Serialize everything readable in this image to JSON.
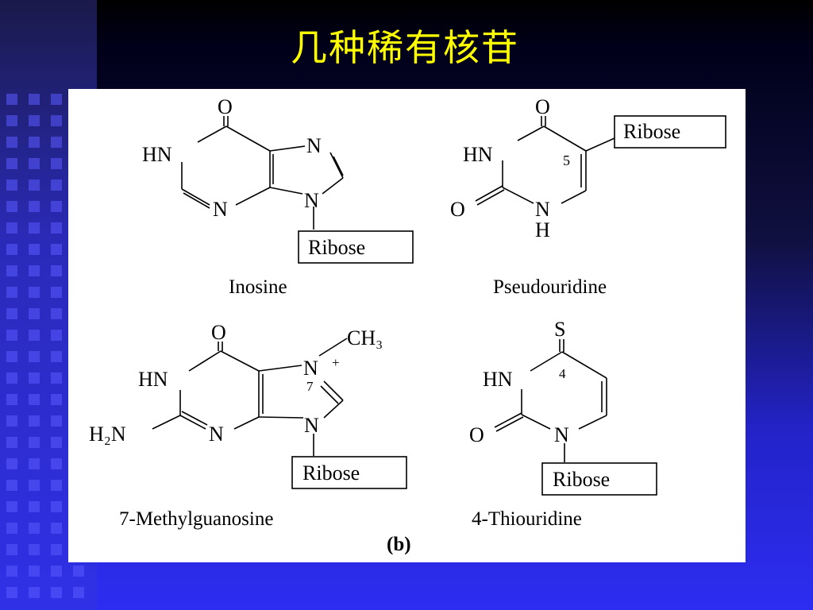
{
  "title": "几种稀有核苷",
  "structures": {
    "inosine": {
      "name": "Inosine",
      "atoms": {
        "o": "O",
        "hn": "HN",
        "n_ring6": "N",
        "n_top": "N",
        "n_bottom": "N"
      },
      "ribose": "Ribose"
    },
    "pseudouridine": {
      "name": "Pseudouridine",
      "atoms": {
        "o_top": "O",
        "hn": "HN",
        "o_left": "O",
        "nh_n": "N",
        "nh_h": "H",
        "pos": "5"
      },
      "ribose": "Ribose"
    },
    "methylguanosine": {
      "name": "7-Methylguanosine",
      "atoms": {
        "o": "O",
        "hn": "HN",
        "h2n": "H₂N",
        "n_ring6": "N",
        "n_plus": "N",
        "plus": "+",
        "pos": "7",
        "n_bottom": "N",
        "ch3": "CH₃"
      },
      "ribose": "Ribose"
    },
    "thiouridine": {
      "name": "4-Thiouridine",
      "atoms": {
        "s": "S",
        "hn": "HN",
        "o": "O",
        "n": "N",
        "pos": "4"
      },
      "ribose": "Ribose"
    }
  },
  "panel_label": "(b)"
}
